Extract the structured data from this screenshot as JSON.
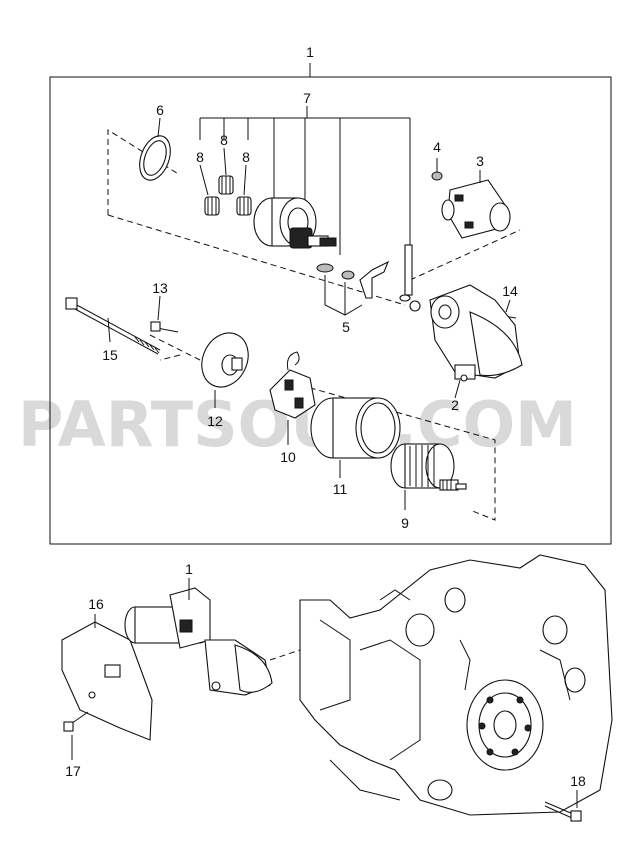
{
  "watermark": "PARTSOUQ.COM",
  "callouts": {
    "c1_top": "1",
    "c2": "2",
    "c3": "3",
    "c4": "4",
    "c5": "5",
    "c6": "6",
    "c7": "7",
    "c8a": "8",
    "c8b": "8",
    "c8c": "8",
    "c9": "9",
    "c10": "10",
    "c11": "11",
    "c12": "12",
    "c13": "13",
    "c14": "14",
    "c15": "15",
    "c1_bottom": "1",
    "c16": "16",
    "c17": "17",
    "c18": "18"
  }
}
